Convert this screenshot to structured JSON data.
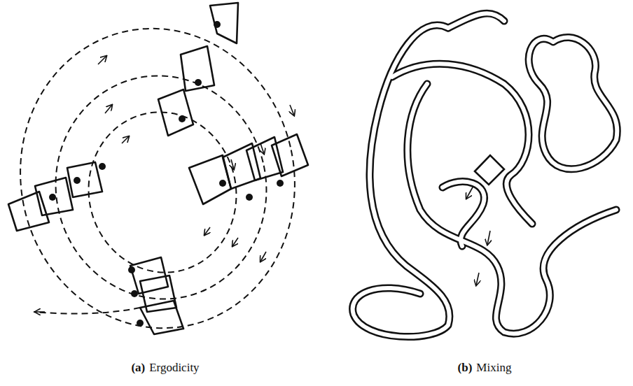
{
  "diagram": {
    "labels": [
      "(a)",
      "Ergodicity",
      "(b)",
      "Mixing"
    ]
  }
}
